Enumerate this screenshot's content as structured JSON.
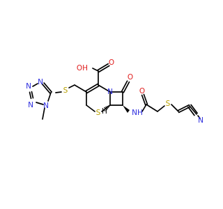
{
  "diagram": {
    "type": "chemical-structure",
    "colors": {
      "bond": "#000000",
      "N": "#2b2bde",
      "O": "#e02020",
      "S": "#b8a000",
      "C": "#000000"
    },
    "atom_labels": {
      "acid_group": "OH",
      "acid_carbonyl_o": "O",
      "lactam_o": "O",
      "ring_n": "N",
      "ring_s": "S",
      "ring_h": "H",
      "thioether_s": "S",
      "tetrazole_n1": "N",
      "tetrazole_n2": "N",
      "tetrazole_n3": "N",
      "tetrazole_n4": "N",
      "amide_nh": "NH",
      "amide_o": "O",
      "side_s": "S",
      "nitrile_n": "N"
    }
  }
}
